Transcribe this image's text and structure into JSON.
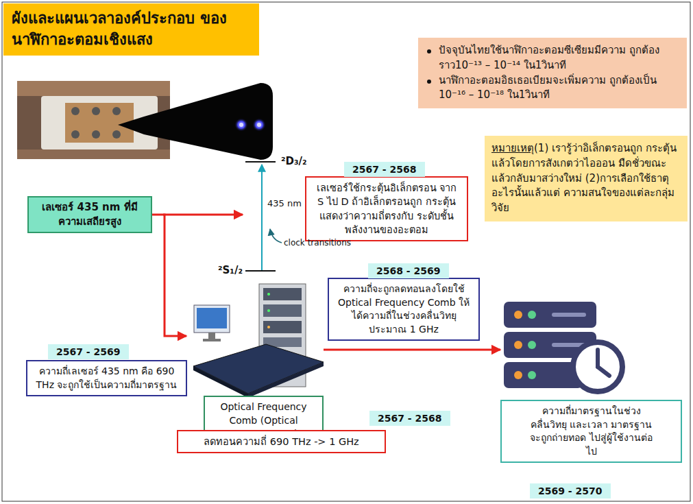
{
  "diagram": {
    "title": "ผังและแผนเวลาองค์ประกอบ ของนาฬิกาอะตอมเชิงแสง",
    "nodes": [
      {
        "text": [
          "ปัจจุบันไทยใช้นาฬิกาอะตอมซีเซียมมีความ ถูกต้องราว10⁻¹³ – 10⁻¹⁴ ใน1วินาที",
          "นาฬิกาอะตอมอิธเธอเบียมจะเพิ่มความ ถูกต้องเป็น 10⁻¹⁶ – 10⁻¹⁸ ใน1วินาที"
        ]
      },
      {
        "text": [
          "หมายเหตุ",
          "(1) เรารู้ว่าอิเล็กตรอนถูก กระตุ้นแล้วโดยการสังเกตว่าไอออน มืดชั่วขณะแล้วกลับมาสว่างใหม่ (2)การเลือกใช้ธาตุอะไรนั้นแล้วแต่ ความสนใจของแต่ละกลุ่มวิจัย"
        ]
      },
      {
        "text": [
          "2567 - 2568",
          "เลเซอร์ใช้กระตุ้นอิเล็กตรอน จาก S ไป D ถ้าอิเล็กตรอนถูก กระตุ้น แสดงว่าความถี่ตรงกับ ระดับชั้นพลังงานของอะตอม"
        ]
      },
      {
        "text": [
          "เลเซอร์ 435 nm ที่มีความเสถียรสูง"
        ]
      },
      {
        "text": [
          "2568 - 2569",
          "ความถี่จะถูกลดทอนลงโดยใช้ Optical Frequency Comb ให้ได้ความถี่ในช่วงคลื่นวิทยุ ประมาณ 1 GHz"
        ]
      },
      {
        "text": [
          "2567 - 2569",
          "ความถี่เลเซอร์ 435 nm คือ 690 THz จะถูกใช้เป็นความถี่มาตรฐาน"
        ]
      },
      {
        "text": [
          "Optical Frequency Comb (Optical Counter/Gear)"
        ]
      },
      {
        "text": [
          "2567 - 2568",
          "ลดทอนความถี่ 690 THz -> 1 GHz"
        ]
      },
      {
        "text": [
          "ความถี่มาตรฐานในช่วง คลื่นวิทยุ และเวลา มาตรฐาน จะถูกถ่ายทอด ไปสู่ผู้ใช้งานต่อไป",
          "2569 - 2570"
        ]
      }
    ],
    "edges": [
      {
        "from": 3,
        "to": 6,
        "arrow": "to"
      },
      {
        "from": 6,
        "to": 8,
        "arrow": "to"
      }
    ],
    "labels": [
      "²D₃/₂",
      "435 nm",
      "clock transitions",
      "²S₁/₂"
    ]
  }
}
